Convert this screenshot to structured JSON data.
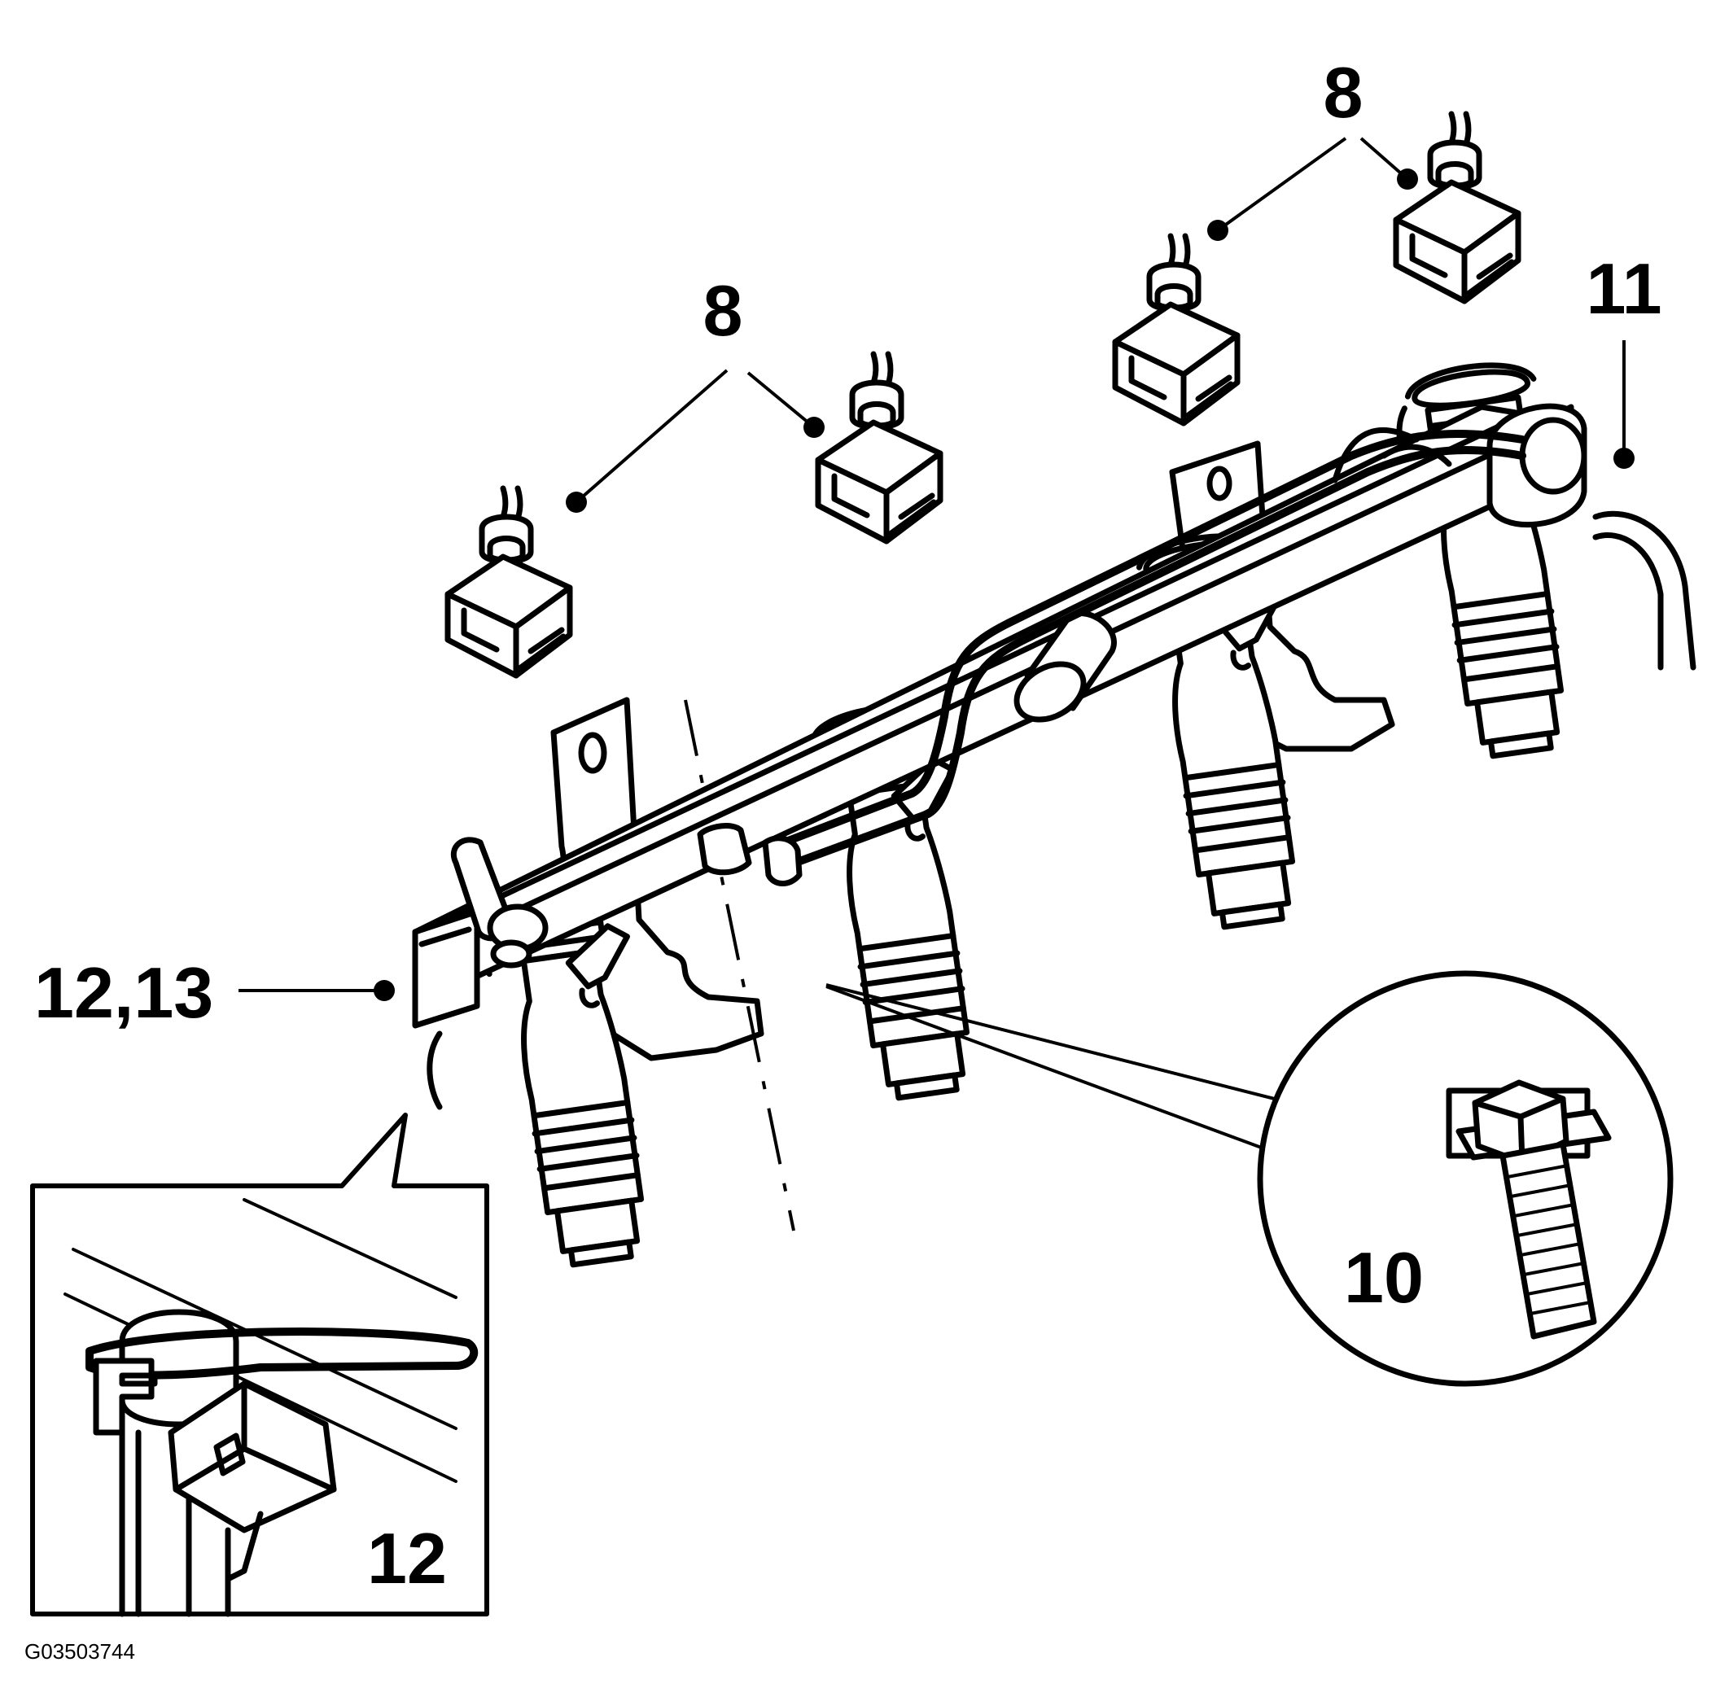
{
  "callouts": {
    "connector_group_left": "8",
    "connector_group_right": "8",
    "fuel_hose": "11",
    "pressure_sensor": "12,13",
    "bolt": "10",
    "inset_detail": "12"
  },
  "figure_id": "G03503744",
  "colors": {
    "line": "#000000",
    "background": "#ffffff"
  }
}
